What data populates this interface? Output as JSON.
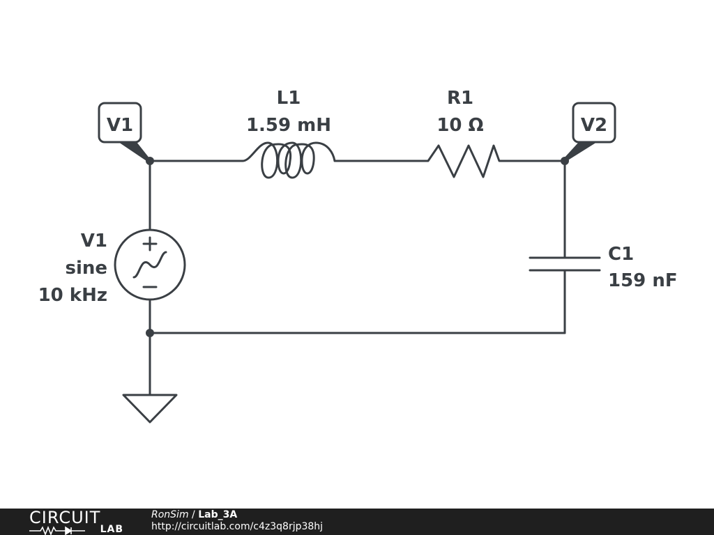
{
  "diagram": {
    "probes": [
      {
        "id": "probe-v1",
        "label": "V1"
      },
      {
        "id": "probe-v2",
        "label": "V2"
      }
    ],
    "components": {
      "inductor": {
        "name": "L1",
        "value": "1.59 mH"
      },
      "resistor": {
        "name": "R1",
        "value": "10 Ω"
      },
      "capacitor": {
        "name": "C1",
        "value": "159 nF"
      },
      "source": {
        "name": "V1",
        "type": "sine",
        "frequency": "10 kHz"
      }
    }
  },
  "footer": {
    "logo_top": "CIRCUIT",
    "logo_bottom": "LAB",
    "user": "RonSim",
    "separator": " / ",
    "project": "Lab_3A",
    "url": "http://circuitlab.com/c4z3q8rjp38hj"
  },
  "colors": {
    "wire": "#3a3f44",
    "footer_bg": "#1f1f1f"
  }
}
